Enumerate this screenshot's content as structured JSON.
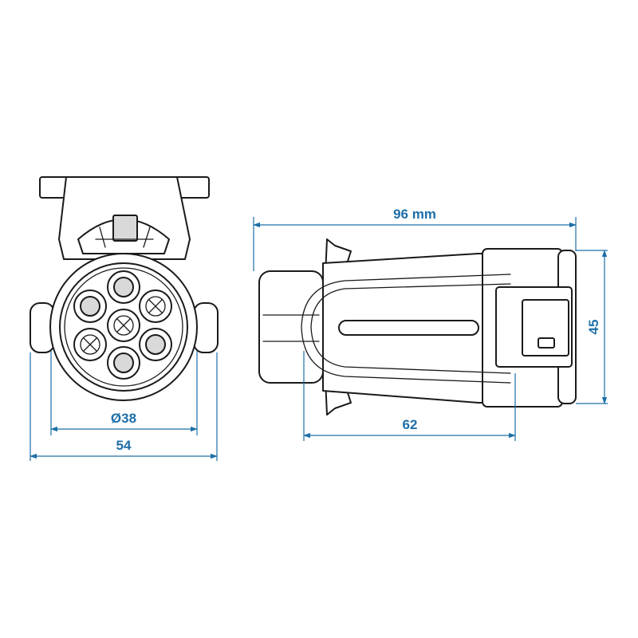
{
  "diagram": {
    "dimensions": {
      "front_diameter": "Ø38",
      "front_width": "54",
      "total_length": "96 mm",
      "body_length": "62",
      "height": "45"
    },
    "colors": {
      "dimension": "#1d6fa8",
      "outline": "#1a1a1a",
      "shading": "#d9d9d9",
      "background": "#ffffff"
    },
    "pin_count": 7
  }
}
